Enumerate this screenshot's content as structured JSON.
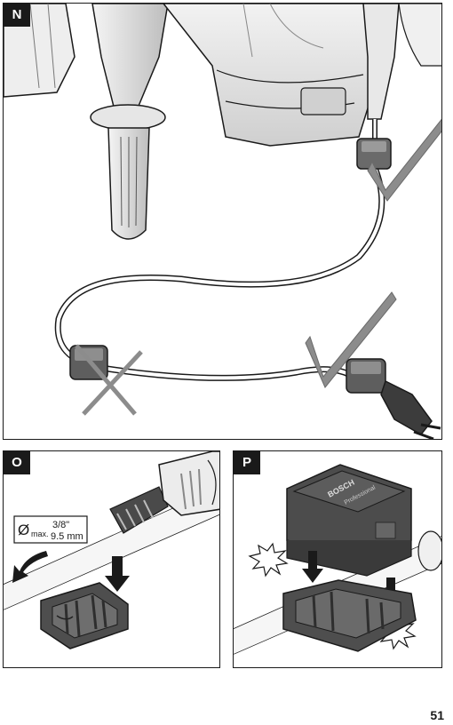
{
  "panels": {
    "n": {
      "label": "N"
    },
    "o": {
      "label": "O",
      "diameter_symbol": "Ø",
      "max_text": "max.",
      "size_inch": "3/8\"",
      "size_mm": "9.5 mm"
    },
    "p": {
      "label": "P",
      "brand_text": "BOSCH",
      "model_text": "Professional"
    }
  },
  "page_number": "51"
}
